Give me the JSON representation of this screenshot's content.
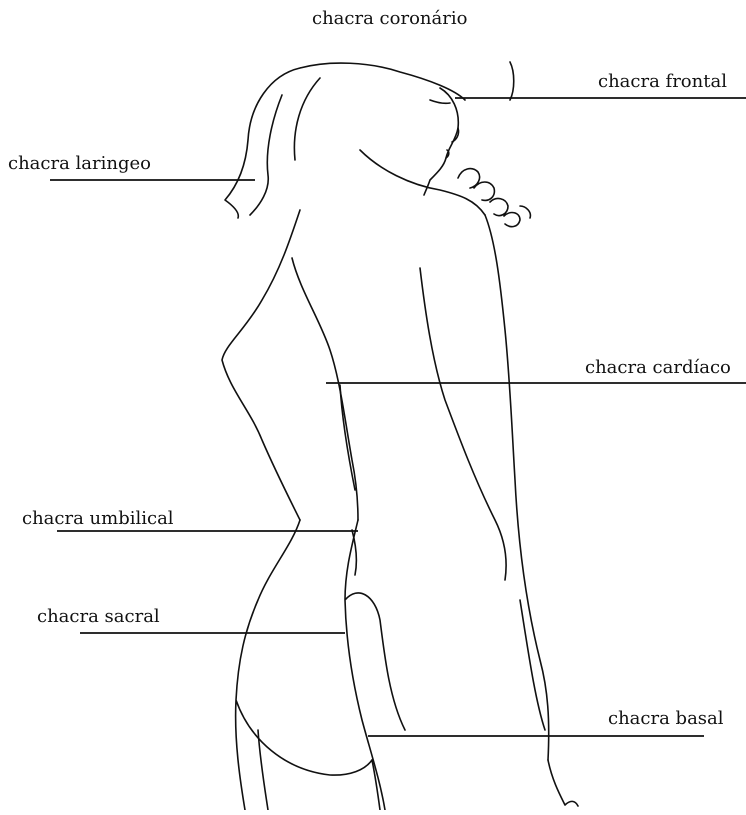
{
  "labels": {
    "coronario": "chacra coronário",
    "frontal": "chacra frontal",
    "laringeo": "chacra laringeo",
    "cardiaco": "chacra cardíaco",
    "umbilical": "chacra umbilical",
    "sacral": "chacra sacral",
    "basal": "chacra basal"
  }
}
